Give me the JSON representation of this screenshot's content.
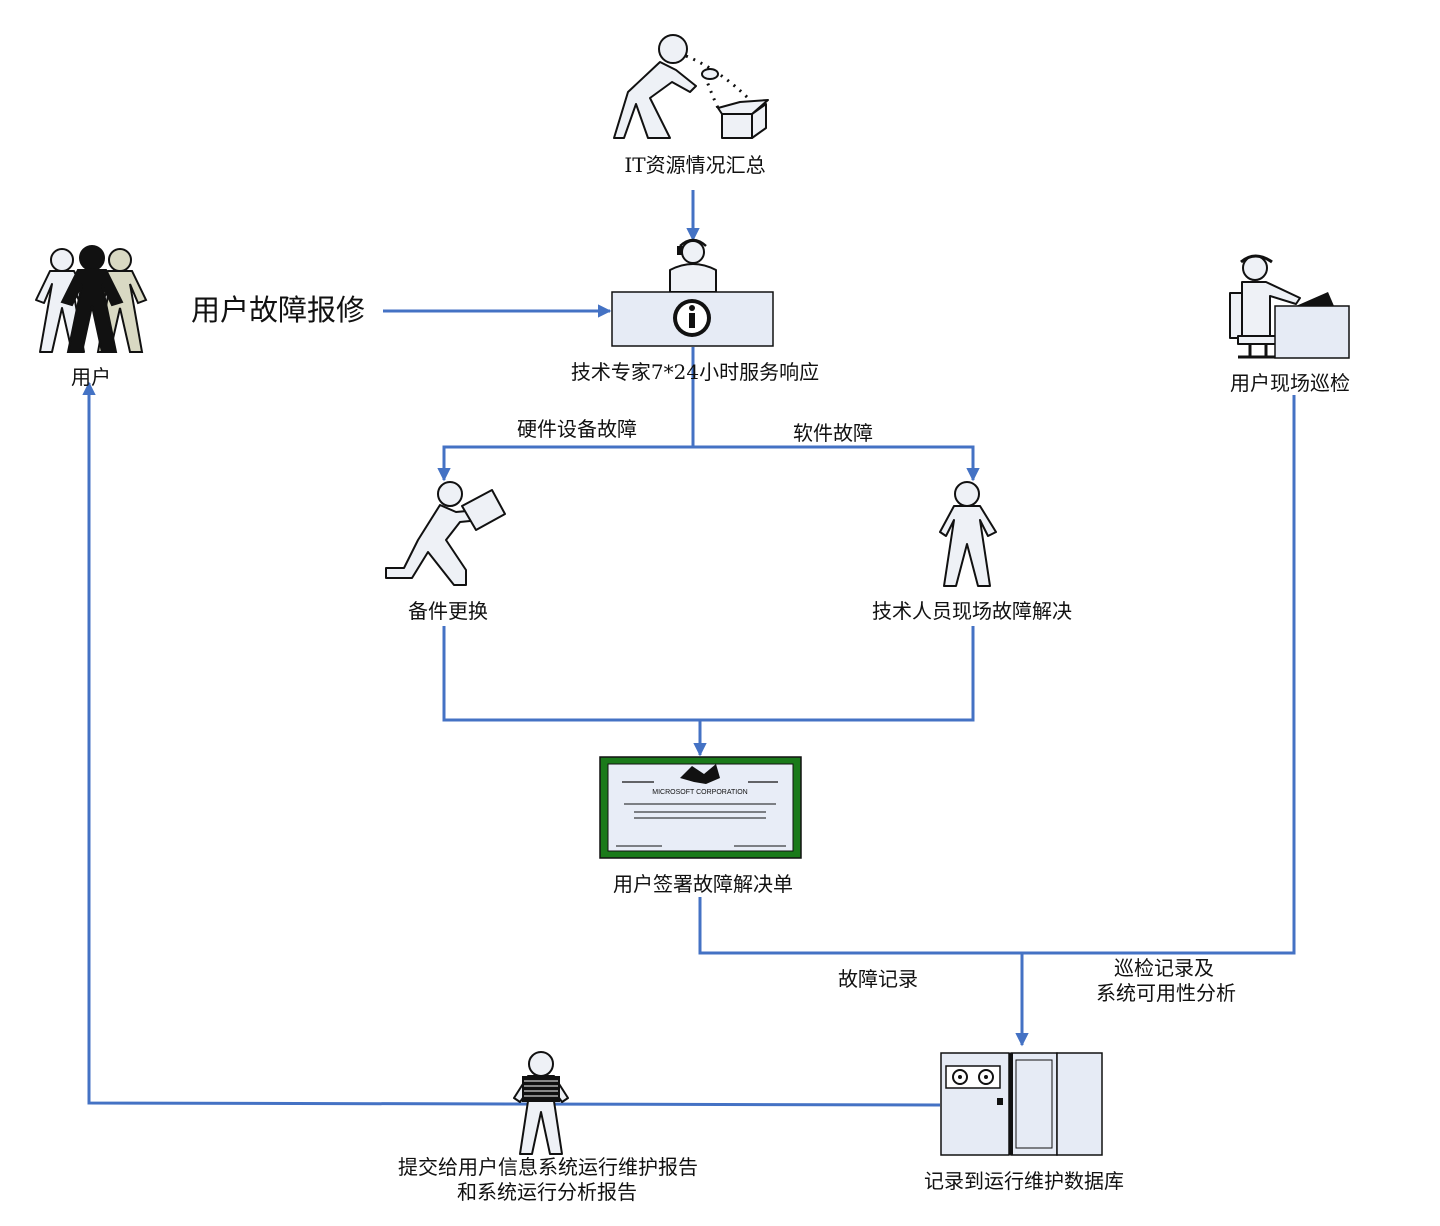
{
  "nodes": {
    "it_summary": "IT资源情况汇总",
    "expert_service": "技术专家7*24小时服务响应",
    "user": "用户",
    "user_report": "用户故障报修",
    "onsite_inspection": "用户现场巡检",
    "spare_replace": "备件更换",
    "onsite_fix": "技术人员现场故障解决",
    "sign_form": "用户签署故障解决单",
    "db_record": "记录到运行维护数据库",
    "report_line1": "提交给用户信息系统运行维护报告",
    "report_line2": "和系统运行分析报告"
  },
  "edges": {
    "hardware_fault": "硬件设备故障",
    "software_fault": "软件故障",
    "fault_record": "故障记录",
    "inspect_line1": "巡检记录及",
    "inspect_line2": "系统可用性分析"
  },
  "certificate_text": "MICROSOFT CORPORATION",
  "colors": {
    "connector": "#4472c4",
    "certificate_border": "#1a7a1a",
    "figure_fill": "#eef1f6"
  },
  "icons": [
    "box-inspector-icon",
    "helpdesk-icon",
    "user-group-icon",
    "workstation-icon",
    "runner-icon",
    "technician-icon",
    "certificate-icon",
    "reporter-icon",
    "server-rack-icon"
  ]
}
